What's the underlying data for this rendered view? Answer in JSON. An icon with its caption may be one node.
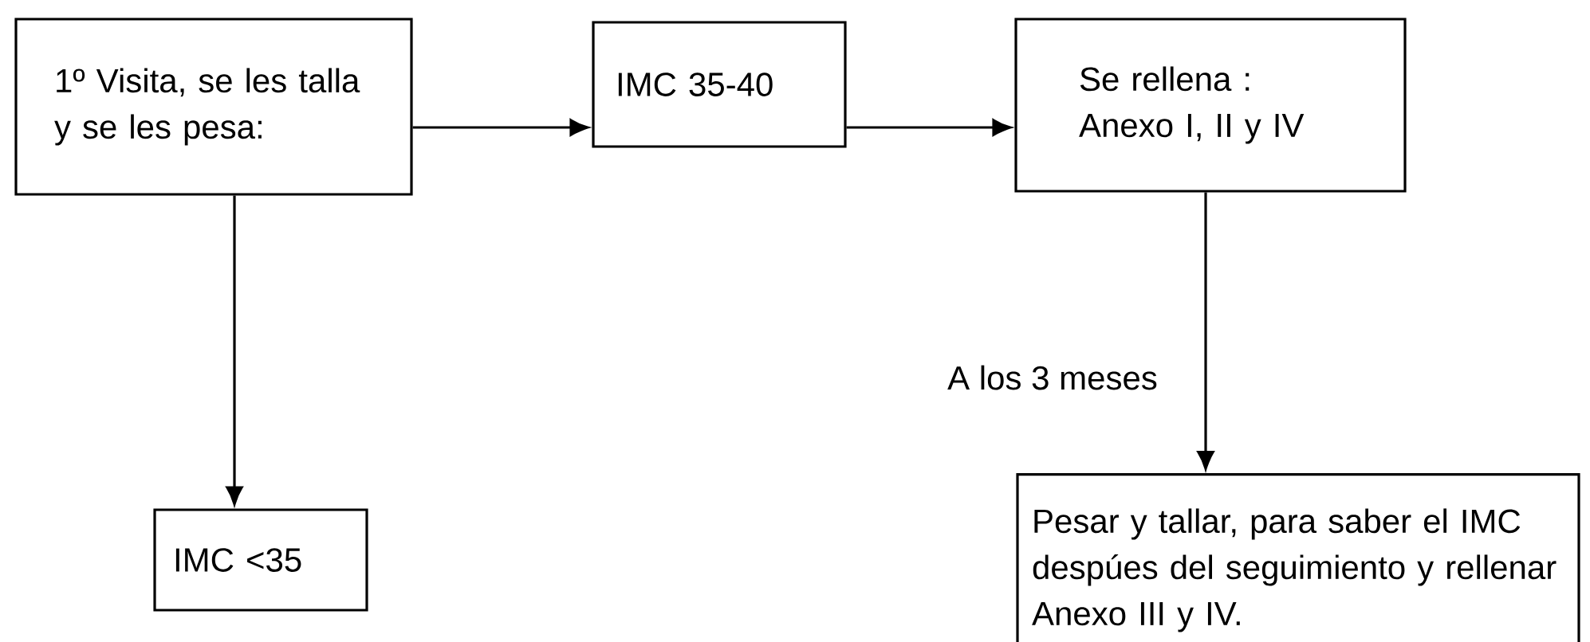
{
  "diagram": {
    "nodes": [
      {
        "text": [
          "1º Visita, se les talla y se les pesa:"
        ]
      },
      {
        "text": [
          "IMC 35-40"
        ]
      },
      {
        "text": [
          "Se rellena : Anexo I, II y IV"
        ]
      },
      {
        "text": [
          "IMC <35"
        ]
      },
      {
        "text": [
          "Pesar y tallar, para saber el IMC despúes del seguimiento y rellenar Anexo III y IV."
        ]
      }
    ],
    "edges": [
      {
        "from": 0,
        "to": 1,
        "arrow": "to"
      },
      {
        "from": 1,
        "to": 2,
        "arrow": "to"
      },
      {
        "from": 0,
        "to": 3,
        "arrow": "to"
      },
      {
        "from": 2,
        "to": 4,
        "arrow": "to",
        "label": "A los 3 meses"
      }
    ]
  }
}
